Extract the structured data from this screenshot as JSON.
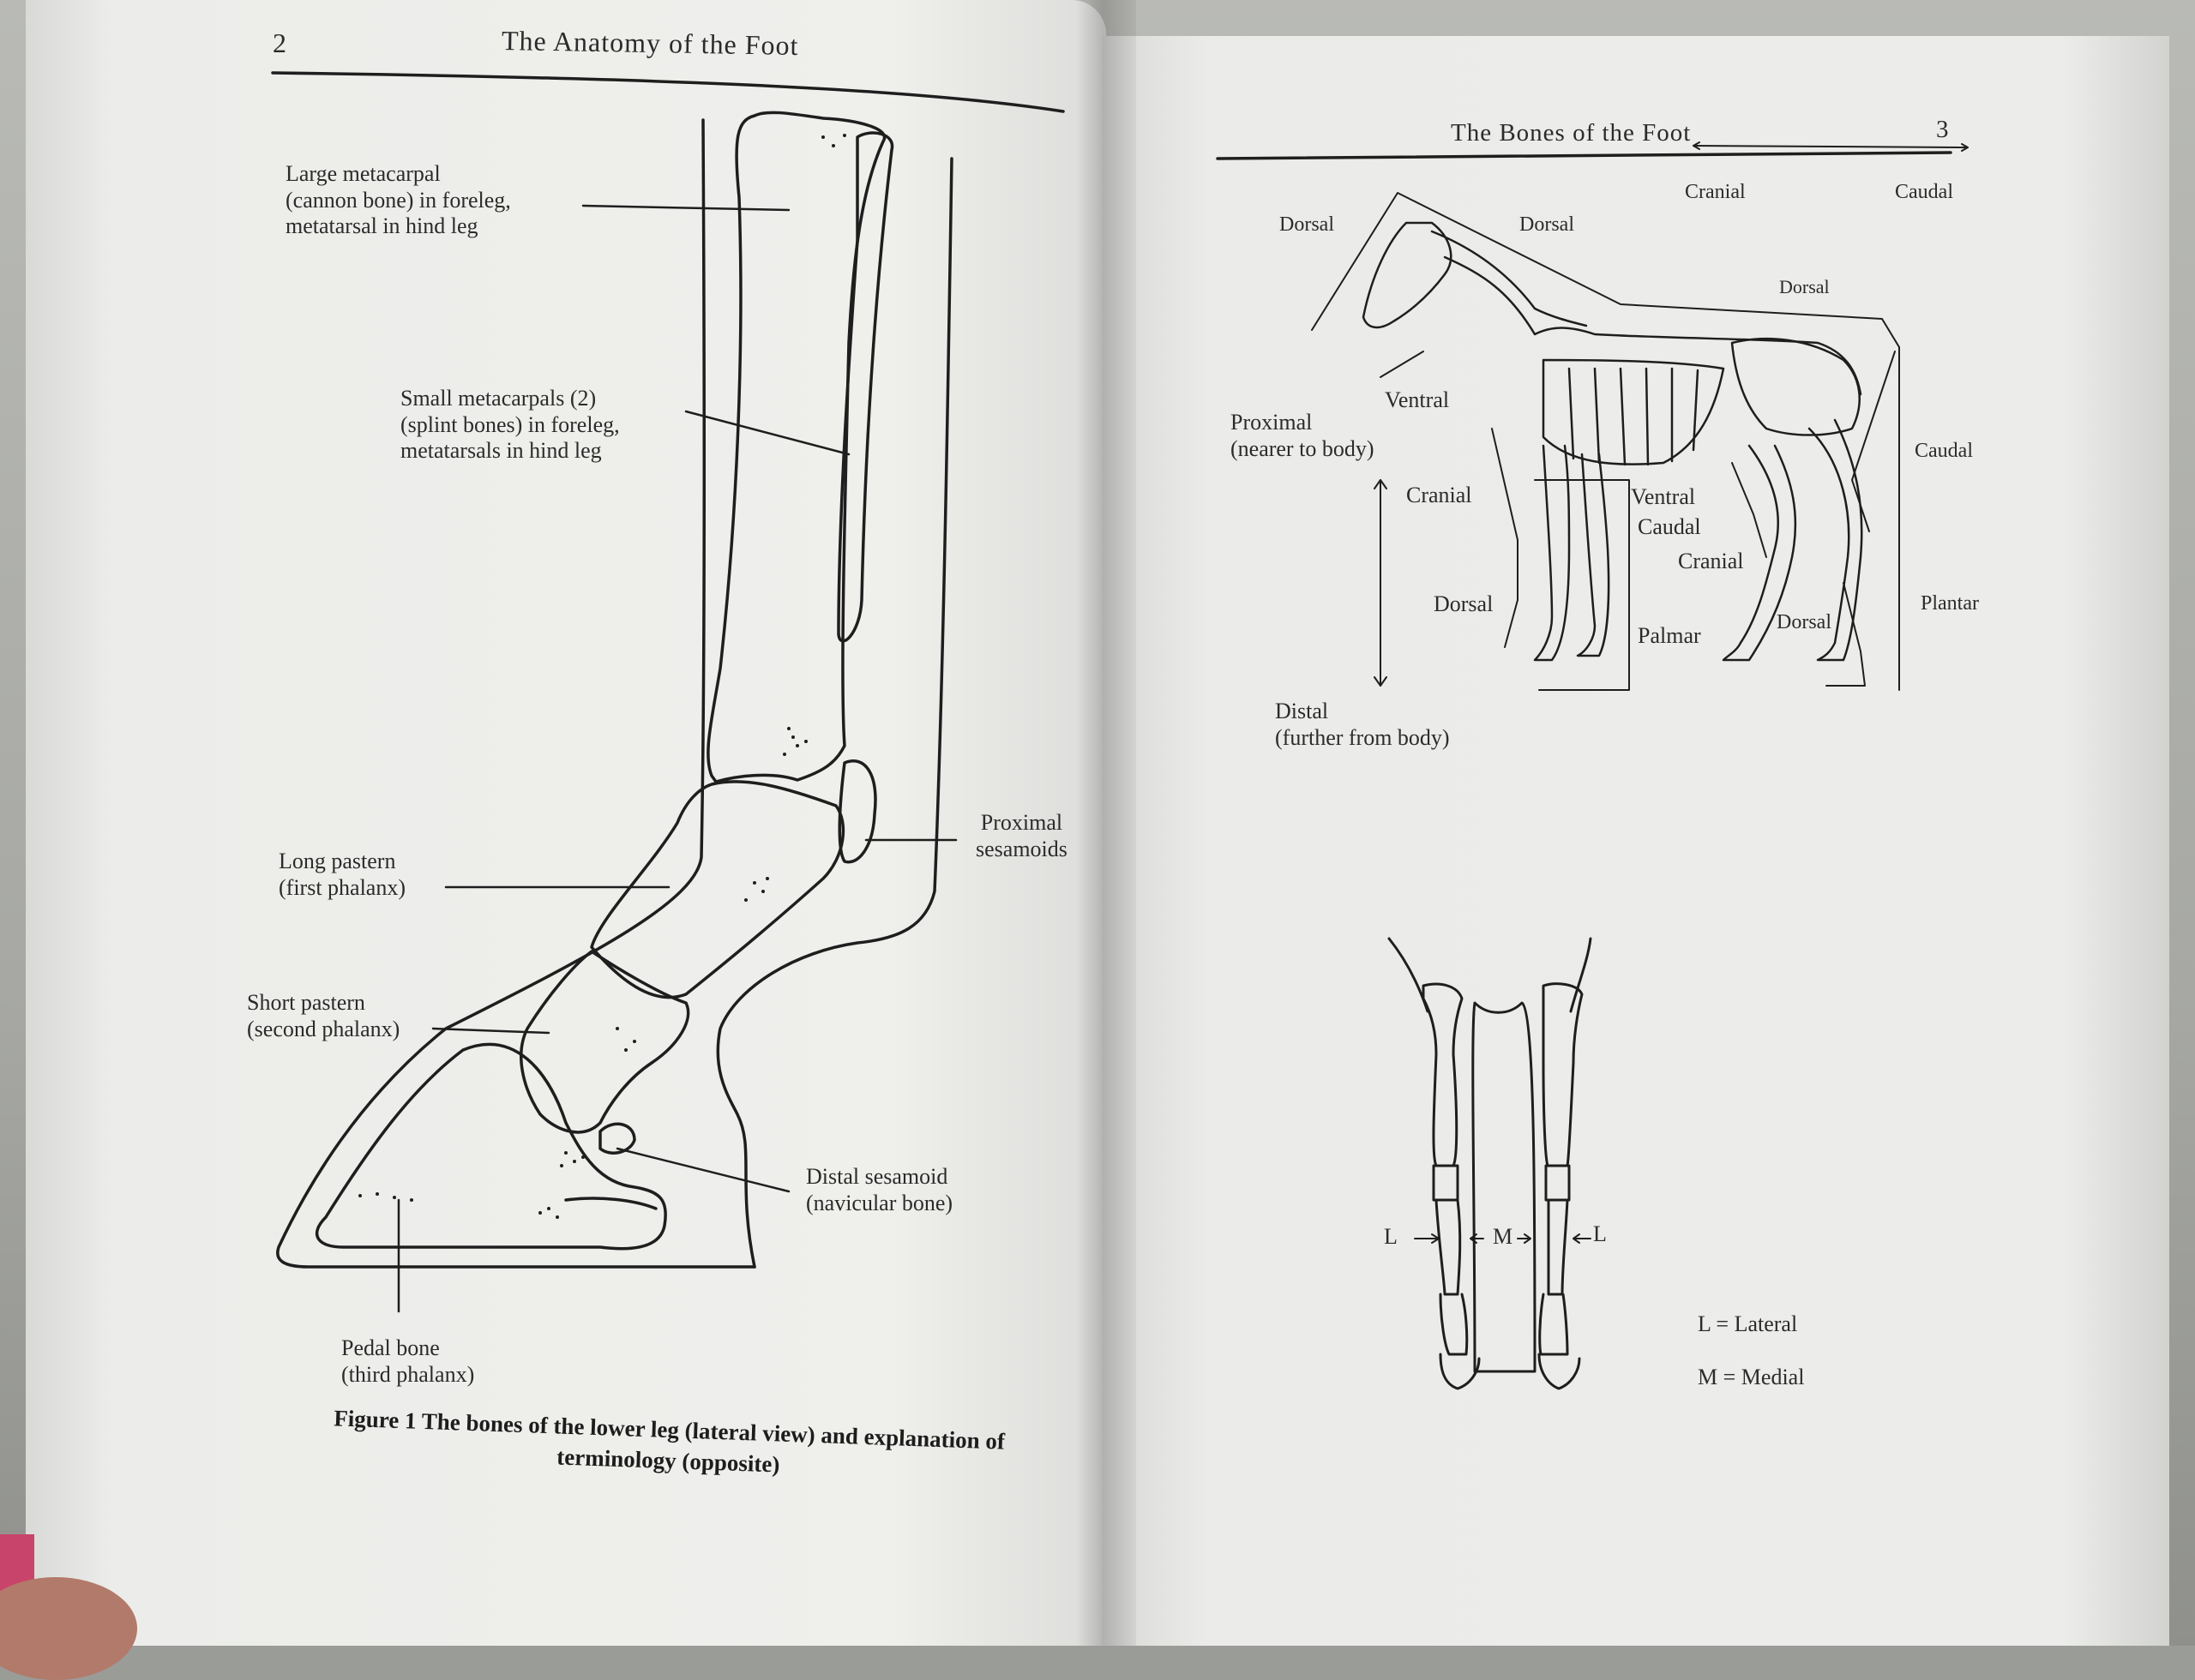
{
  "left_page": {
    "page_number": "2",
    "running_head": "The Anatomy of the Foot",
    "labels": {
      "large_metacarpal": [
        "Large metacarpal",
        "(cannon bone) in foreleg,",
        "metatarsal in hind leg"
      ],
      "small_metacarpals": [
        "Small metacarpals (2)",
        "(splint bones) in foreleg,",
        "metatarsals in hind leg"
      ],
      "proximal_sesamoids": [
        "Proximal",
        "sesamoids"
      ],
      "long_pastern": [
        "Long pastern",
        "(first phalanx)"
      ],
      "short_pastern": [
        "Short pastern",
        "(second phalanx)"
      ],
      "distal_sesamoid": [
        "Distal sesamoid",
        "(navicular bone)"
      ],
      "pedal_bone": [
        "Pedal bone",
        "(third phalanx)"
      ]
    },
    "caption": {
      "figure": "Figure 1",
      "text": "The bones of the lower leg (lateral view) and explanation of terminology (opposite)"
    }
  },
  "right_page": {
    "running_head": "The Bones of the Foot",
    "page_number": "3",
    "horse_labels": {
      "dorsal_head": "Dorsal",
      "dorsal_neck": "Dorsal",
      "cranial_top": "Cranial",
      "caudal_top": "Caudal",
      "dorsal_back": "Dorsal",
      "ventral_neck": "Ventral",
      "proximal": [
        "Proximal",
        "(nearer to body)"
      ],
      "caudal_right": "Caudal",
      "cranial_fore": "Cranial",
      "ventral_belly": "Ventral",
      "caudal_belly": "Caudal",
      "cranial_hind": "Cranial",
      "dorsal_fore": "Dorsal",
      "dorsal_hind": "Dorsal",
      "palmar": "Palmar",
      "plantar": "Plantar",
      "distal": [
        "Distal",
        "(further from body)"
      ]
    },
    "legs_labels": {
      "l_left": "L",
      "m_center": "M",
      "l_right": "L"
    },
    "legend": {
      "lateral": "L  =  Lateral",
      "medial": "M  =  Medial"
    }
  }
}
